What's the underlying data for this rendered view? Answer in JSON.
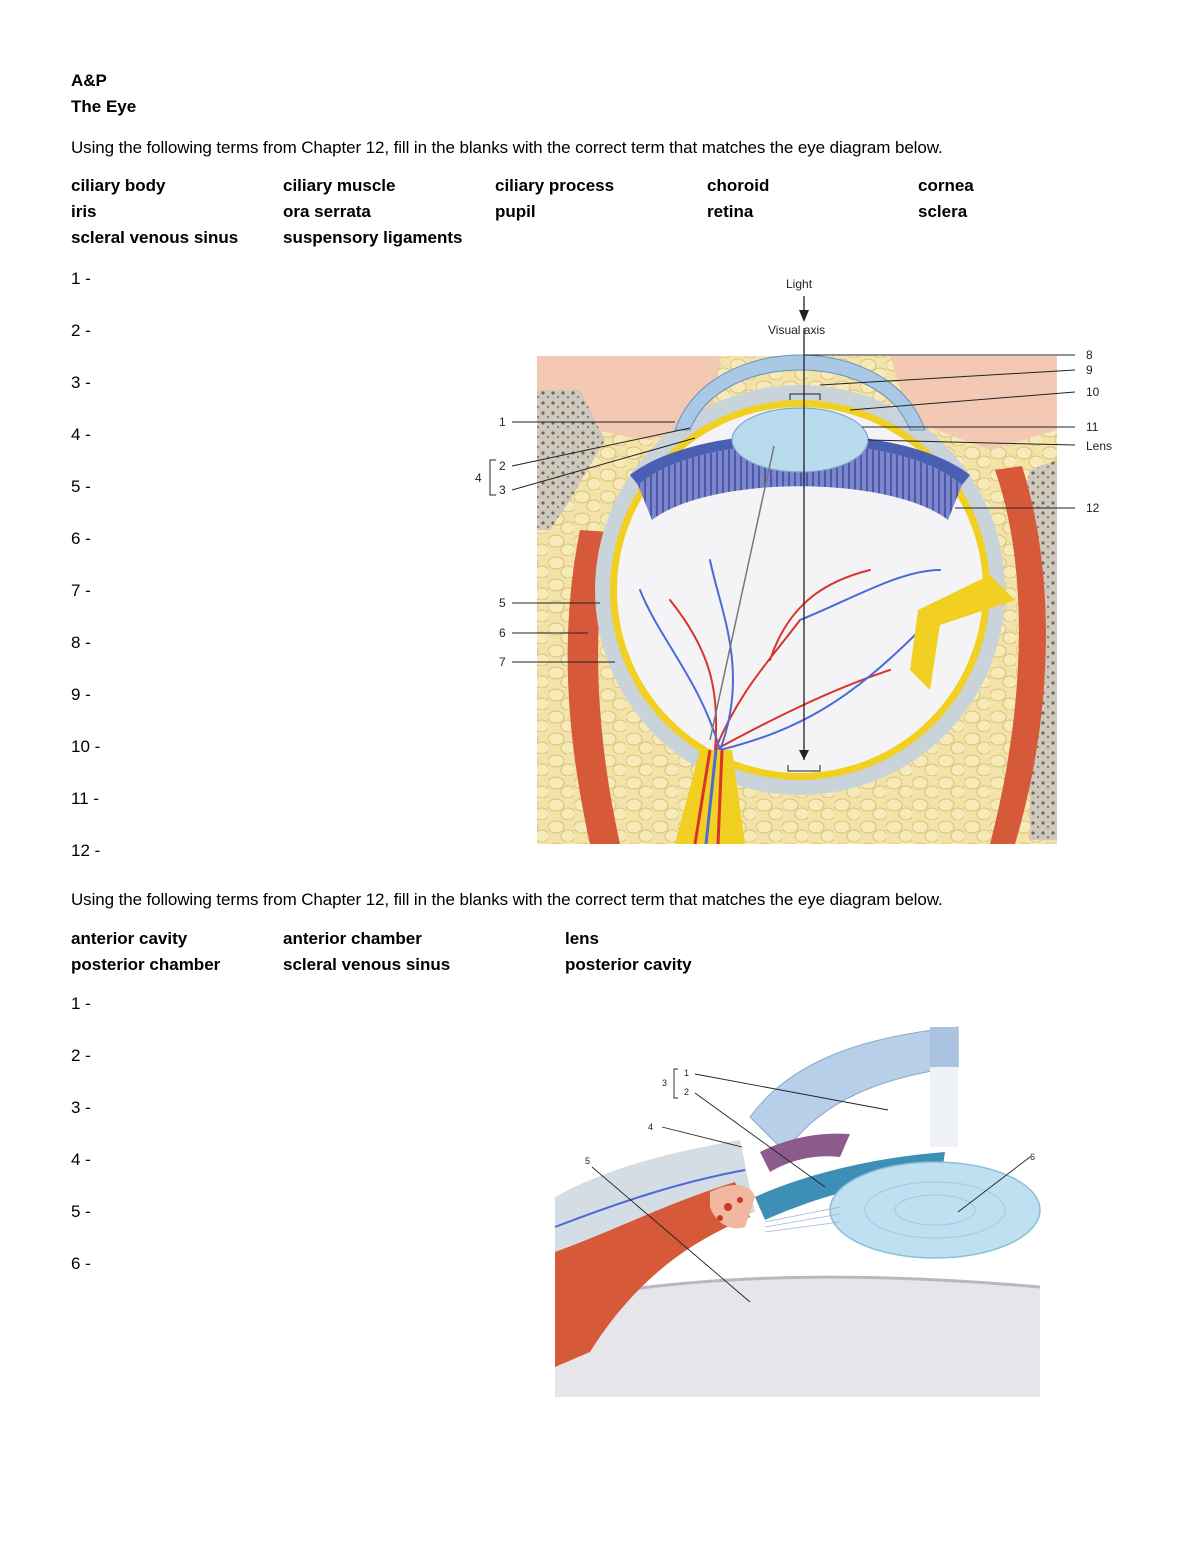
{
  "header": {
    "line1": "A&P",
    "line2": "The Eye"
  },
  "section1": {
    "instruction": "Using the following terms from Chapter 12, fill in the blanks with the correct term that matches the eye diagram below.",
    "terms": [
      [
        "ciliary body",
        "ciliary muscle",
        "ciliary process",
        "choroid",
        "cornea"
      ],
      [
        "iris",
        "ora serrata",
        "pupil",
        "retina",
        "sclera"
      ],
      [
        "scleral venous sinus",
        "suspensory ligaments"
      ]
    ],
    "blanks": [
      "1 -",
      "2 -",
      "3 -",
      "4 -",
      "5 -",
      "6 -",
      "7 -",
      "8 -",
      "9 -",
      "10 -",
      "11 -",
      "12 -"
    ],
    "figure": {
      "light": "Light",
      "visual_axis": "Visual axis",
      "lens": "Lens",
      "numbers": [
        "1",
        "2",
        "3",
        "4",
        "5",
        "6",
        "7",
        "8",
        "9",
        "10",
        "11",
        "12"
      ]
    }
  },
  "section2": {
    "instruction": "Using the following terms from Chapter 12, fill in the blanks with the correct term that matches the eye diagram below.",
    "terms": [
      [
        "anterior cavity",
        "anterior chamber",
        "lens"
      ],
      [
        "posterior chamber",
        "scleral venous sinus",
        "posterior cavity"
      ]
    ],
    "blanks": [
      "1 -",
      "2 -",
      "3 -",
      "4 -",
      "5 -",
      "6 -"
    ],
    "figure": {
      "numbers": [
        "1",
        "2",
        "3",
        "4",
        "5",
        "6"
      ]
    }
  },
  "colors": {
    "sclera": "#c9d3da",
    "choroid": "#f2d021",
    "retina": "#f3f3f5",
    "iris": "#6e78c2",
    "vein": "#4a6ad8",
    "artery": "#d8352a",
    "fat": "#f1dfa0",
    "muscle": "#d65a3a",
    "cornea": "#a9c8e6",
    "lens": "#b9dbee"
  }
}
